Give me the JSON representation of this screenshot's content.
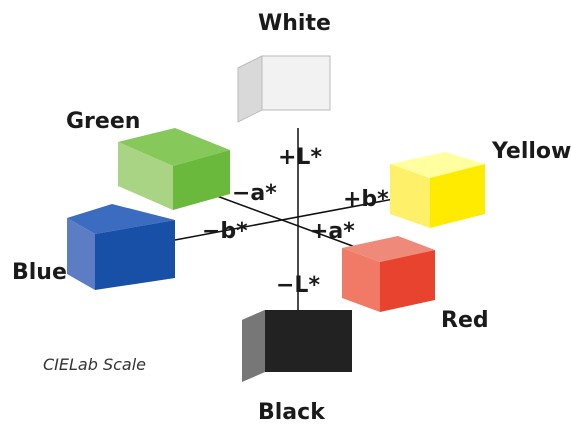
{
  "caption": "CIELab Scale",
  "axes": {
    "plus_l": "+L*",
    "minus_l": "−L*",
    "plus_a": "+a*",
    "minus_a": "−a*",
    "plus_b": "+b*",
    "minus_b": "−b*"
  },
  "cubes": {
    "white": {
      "label": "White",
      "front": "#f2f2f2",
      "top": "#ffffff",
      "side": "#d9d9d9"
    },
    "yellow": {
      "label": "Yellow",
      "front": "#ffeb00",
      "top": "#ffffa0",
      "side": "#fff06a"
    },
    "red": {
      "label": "Red",
      "front": "#e8432f",
      "top": "#ef8a7a",
      "side": "#f07a66"
    },
    "black": {
      "label": "Black",
      "front": "#222222",
      "top": "#555555",
      "side": "#777777"
    },
    "blue": {
      "label": "Blue",
      "front": "#1850a8",
      "top": "#3c6cc0",
      "side": "#5c7cc4"
    },
    "green": {
      "label": "Green",
      "front": "#6ab83c",
      "top": "#86c85a",
      "side": "#a8d484"
    }
  }
}
